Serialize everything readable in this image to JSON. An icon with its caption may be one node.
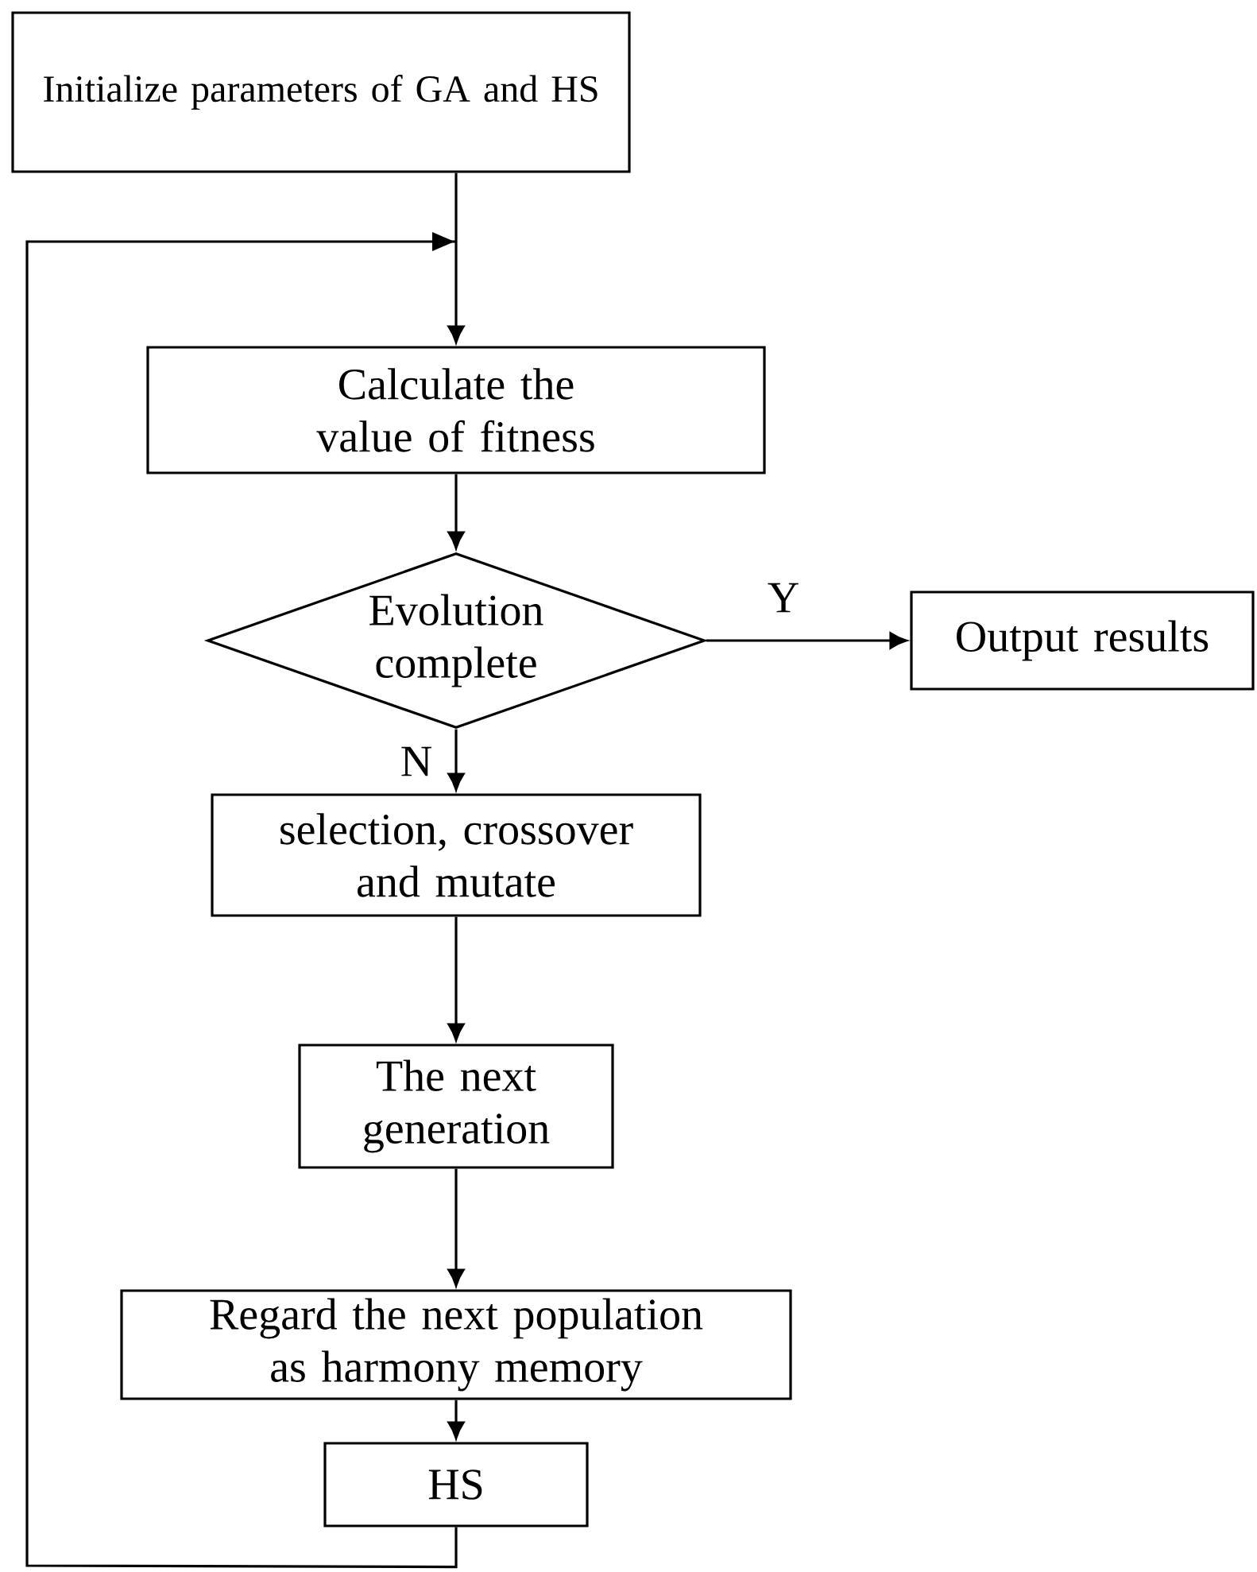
{
  "diagram": {
    "nodes": [
      {
        "text": [
          "Initialize parameters of GA and HS"
        ]
      },
      {
        "text": [
          "Calculate the value of fitness"
        ]
      },
      {
        "text": [
          "Evolution complete"
        ]
      },
      {
        "text": [
          "Output results"
        ]
      },
      {
        "text": [
          "selection, crossover and mutate"
        ]
      },
      {
        "text": [
          "The next generation"
        ]
      },
      {
        "text": [
          "Regard the next population as harmony memory"
        ]
      },
      {
        "text": [
          "HS"
        ]
      }
    ],
    "edges": [
      {
        "from": 0,
        "to": 1,
        "arrow": "to"
      },
      {
        "from": 1,
        "to": 2,
        "arrow": "to"
      },
      {
        "from": 2,
        "to": 3,
        "arrow": "to",
        "label": "Y"
      },
      {
        "from": 2,
        "to": 4,
        "arrow": "to",
        "label": "N"
      },
      {
        "from": 4,
        "to": 5,
        "arrow": "to"
      },
      {
        "from": 5,
        "to": 6,
        "arrow": "to"
      },
      {
        "from": 6,
        "to": 7,
        "arrow": "to"
      },
      {
        "from": 7,
        "to": 1,
        "arrow": "to"
      }
    ]
  }
}
